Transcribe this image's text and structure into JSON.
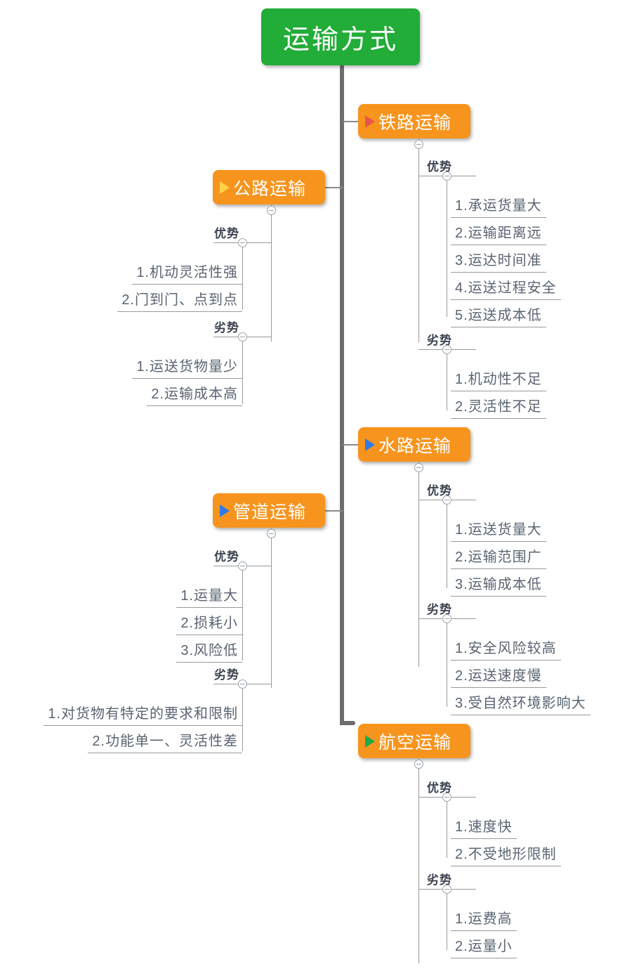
{
  "map": {
    "root": {
      "label": "运输方式",
      "color": "#22ac38"
    },
    "topic_color": "#f7941e",
    "branch_labels": {
      "pros": "优势",
      "cons": "劣势"
    },
    "topics": [
      {
        "id": "rail",
        "label": "铁路运输",
        "marker": "triangle-icon",
        "marker_color": "#e8574a",
        "side": "right",
        "pros": [
          "1.承运货量大",
          "2.运输距离远",
          "3.运达时间准",
          "4.运送过程安全",
          "5.运送成本低"
        ],
        "cons": [
          "1.机动性不足",
          "2.灵活性不足"
        ]
      },
      {
        "id": "road",
        "label": "公路运输",
        "marker": "triangle-icon",
        "marker_color": "#ffd24a",
        "side": "left",
        "pros": [
          "1.机动灵活性强",
          "2.门到门、点到点"
        ],
        "cons": [
          "1.运送货物量少",
          "2.运输成本高"
        ]
      },
      {
        "id": "water",
        "label": "水路运输",
        "marker": "triangle-icon",
        "marker_color": "#2f7ae5",
        "side": "right",
        "pros": [
          "1.运送货量大",
          "2.运输范围广",
          "3.运输成本低"
        ],
        "cons": [
          "1.安全风险较高",
          "2.运送速度慢",
          "3.受自然环境影响大"
        ]
      },
      {
        "id": "pipeline",
        "label": "管道运输",
        "marker": "triangle-icon",
        "marker_color": "#2f7ae5",
        "side": "left",
        "pros": [
          "1.运量大",
          "2.损耗小",
          "3.风险低"
        ],
        "cons": [
          "1.对货物有特定的要求和限制",
          "2.功能单一、灵活性差"
        ]
      },
      {
        "id": "air",
        "label": "航空运输",
        "marker": "triangle-icon",
        "marker_color": "#1fa94a",
        "side": "right",
        "pros": [
          "1.速度快",
          "2.不受地形限制"
        ],
        "cons": [
          "1.运费高",
          "2.运量小"
        ]
      }
    ]
  }
}
